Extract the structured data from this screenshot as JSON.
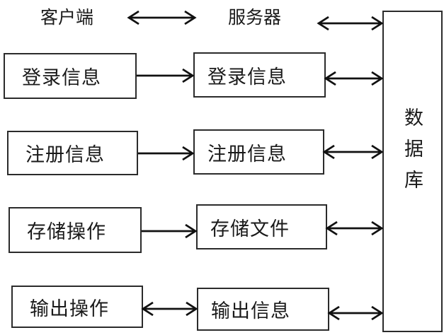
{
  "diagram": {
    "background_color": "#ffffff",
    "line_color": "#111111",
    "headers": {
      "client": "客户端",
      "server": "服务器"
    },
    "database": {
      "label": "数据库"
    },
    "client_boxes": [
      {
        "label": "登录信息"
      },
      {
        "label": "注册信息"
      },
      {
        "label": "存储操作"
      },
      {
        "label": "输出操作"
      }
    ],
    "server_boxes": [
      {
        "label": "登录信息"
      },
      {
        "label": "注册信息"
      },
      {
        "label": "存储文件"
      },
      {
        "label": "输出信息"
      }
    ],
    "arrows": [
      {
        "name": "client-to-server",
        "type": "double"
      },
      {
        "name": "server-to-database",
        "type": "double"
      },
      {
        "name": "login-client-to-server",
        "type": "single"
      },
      {
        "name": "login-server-to-database",
        "type": "double"
      },
      {
        "name": "register-client-to-server",
        "type": "single"
      },
      {
        "name": "register-server-to-database",
        "type": "double"
      },
      {
        "name": "store-client-to-server",
        "type": "single"
      },
      {
        "name": "store-server-to-database",
        "type": "double"
      },
      {
        "name": "output-client-to-server",
        "type": "double"
      },
      {
        "name": "output-server-to-database",
        "type": "double"
      }
    ]
  }
}
